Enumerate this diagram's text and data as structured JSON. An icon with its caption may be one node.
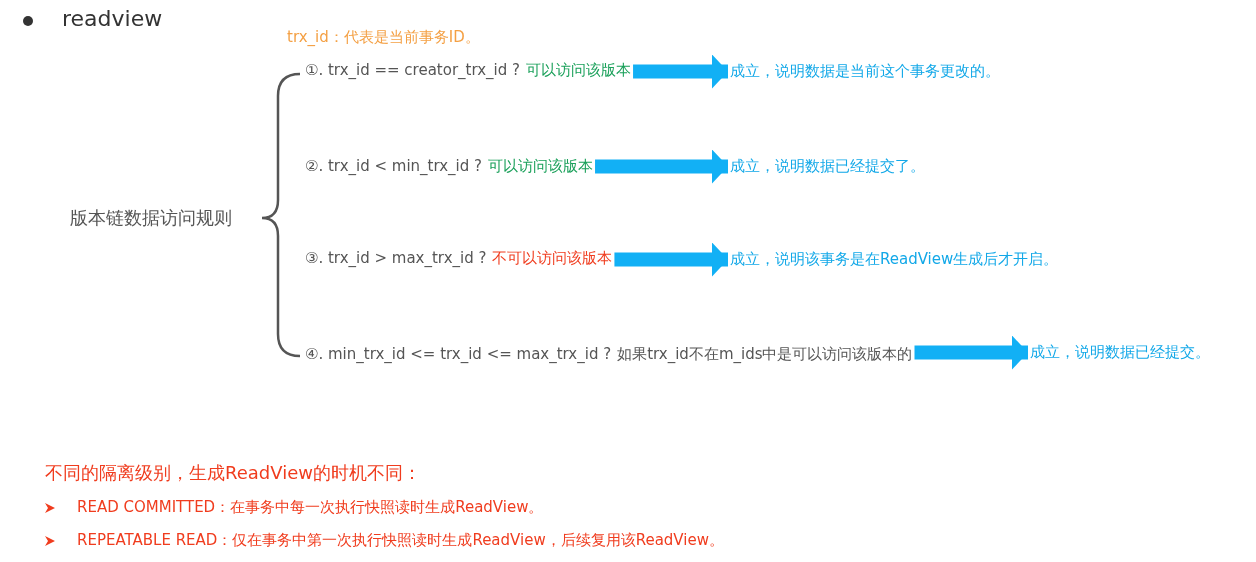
{
  "diagram": {
    "title": "readview",
    "nodes": [
      {
        "text": [
          "①. trx_id  == creator_trx_id ?",
          "可以访问该版本"
        ]
      },
      {
        "text": [
          "成立，说明数据是当前这个事务更改的。"
        ]
      },
      {
        "text": [
          "②. trx_id < min_trx_id ?",
          "可以访问该版本"
        ]
      },
      {
        "text": [
          "成立，说明数据已经提交了。"
        ]
      },
      {
        "text": [
          "③. trx_id > max_trx_id ?",
          "不可以访问该版本"
        ]
      },
      {
        "text": [
          "成立，说明该事务是在ReadView生成后才开启。"
        ]
      },
      {
        "text": [
          "④. min_trx_id <= trx_id <= max_trx_id ?",
          "如果trx_id不在m_ids中是可以访问该版本的"
        ]
      },
      {
        "text": [
          "成立，说明数据已经提交。"
        ]
      }
    ],
    "edges": [
      {
        "from": 0,
        "to": 1,
        "arrow": "to"
      },
      {
        "from": 2,
        "to": 3,
        "arrow": "to"
      },
      {
        "from": 4,
        "to": 5,
        "arrow": "to"
      },
      {
        "from": 6,
        "to": 7,
        "arrow": "to"
      }
    ],
    "labels": [
      "trx_id：代表是当前事务ID。",
      "版本链数据访问规则",
      "不同的隔离级别，生成ReadView的时机不同：",
      "READ COMMITTED：在事务中每一次执行快照读时生成ReadView。",
      "REPEATABLE READ：仅在事务中第一次执行快照读时生成ReadView，后续复用该ReadView。"
    ]
  }
}
